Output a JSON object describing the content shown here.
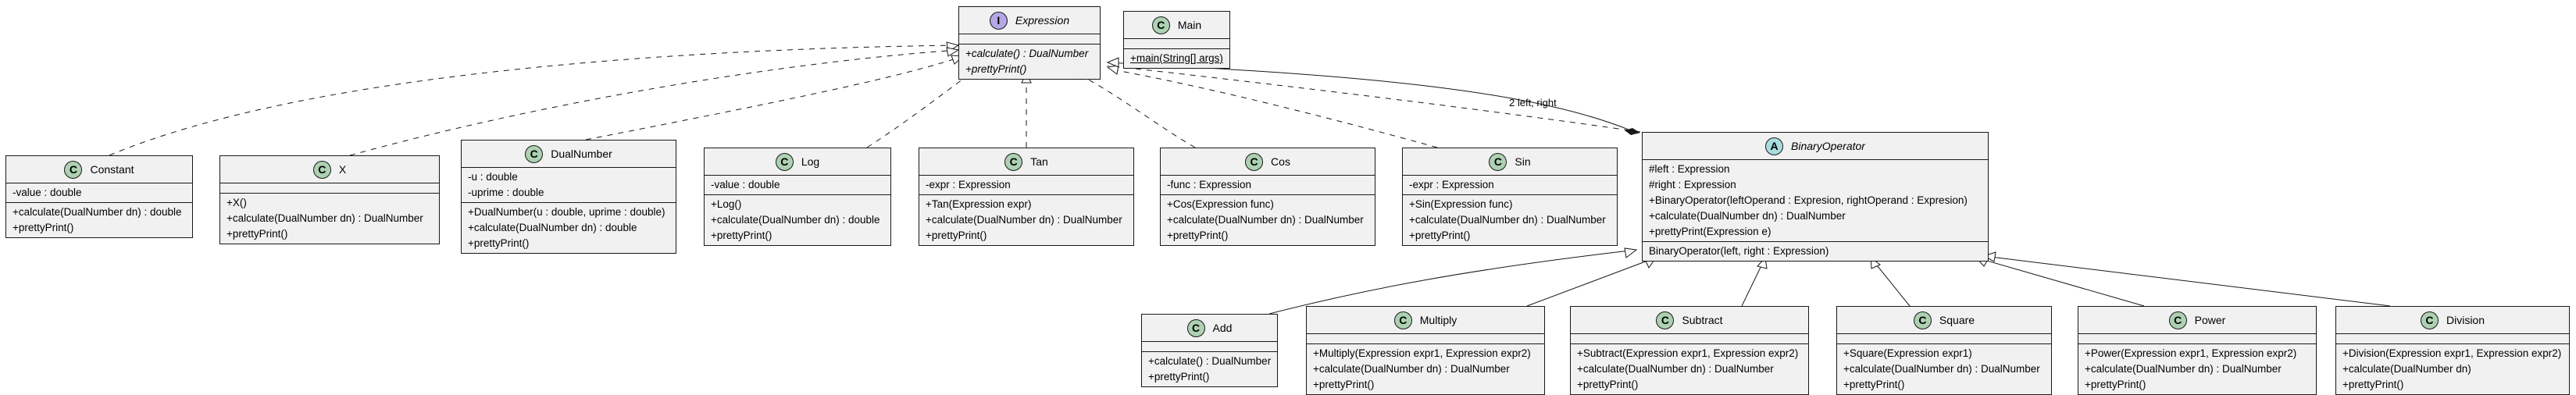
{
  "classes": {
    "expression": {
      "name": "Expression",
      "badge": "I",
      "fields": [],
      "methods": [
        "+calculate() : DualNumber",
        "+prettyPrint()"
      ]
    },
    "main": {
      "name": "Main",
      "badge": "C",
      "fields": [],
      "methods": [
        "+main(String[] args)"
      ]
    },
    "constant": {
      "name": "Constant",
      "badge": "C",
      "fields": [
        "-value : double"
      ],
      "methods": [
        "+calculate(DualNumber dn) : double",
        "+prettyPrint()"
      ]
    },
    "x": {
      "name": "X",
      "badge": "C",
      "fields": [],
      "methods": [
        "+X()",
        "+calculate(DualNumber dn) : DualNumber",
        "+prettyPrint()"
      ]
    },
    "dualnumber": {
      "name": "DualNumber",
      "badge": "C",
      "fields": [
        "-u : double",
        "-uprime : double"
      ],
      "methods": [
        "+DualNumber(u : double, uprime : double)",
        "+calculate(DualNumber dn) : double",
        "+prettyPrint()"
      ]
    },
    "log": {
      "name": "Log",
      "badge": "C",
      "fields": [
        "-value : double"
      ],
      "methods": [
        "+Log()",
        "+calculate(DualNumber dn) : double",
        "+prettyPrint()"
      ]
    },
    "tan": {
      "name": "Tan",
      "badge": "C",
      "fields": [
        "-expr : Expression"
      ],
      "methods": [
        "+Tan(Expression expr)",
        "+calculate(DualNumber dn) : DualNumber",
        "+prettyPrint()"
      ]
    },
    "cos": {
      "name": "Cos",
      "badge": "C",
      "fields": [
        "-func : Expression"
      ],
      "methods": [
        "+Cos(Expression func)",
        "+calculate(DualNumber dn) : DualNumber",
        "+prettyPrint()"
      ]
    },
    "sin": {
      "name": "Sin",
      "badge": "C",
      "fields": [
        "-expr : Expression"
      ],
      "methods": [
        "+Sin(Expression func)",
        "+calculate(DualNumber dn) : DualNumber",
        "+prettyPrint()"
      ]
    },
    "binaryoperator": {
      "name": "BinaryOperator",
      "badge": "A",
      "fields": [
        "#left : Expression",
        "#right : Expression",
        "+BinaryOperator(leftOperand : Expresion, rightOperand : Expresion)",
        "+calculate(DualNumber dn) : DualNumber",
        "+prettyPrint(Expression e)"
      ],
      "methods": [
        "BinaryOperator(left, right : Expression)"
      ]
    },
    "add": {
      "name": "Add",
      "badge": "C",
      "fields": [],
      "methods": [
        "+calculate() : DualNumber",
        "+prettyPrint()"
      ]
    },
    "multiply": {
      "name": "Multiply",
      "badge": "C",
      "fields": [],
      "methods": [
        "+Multiply(Expression expr1, Expression expr2)",
        "+calculate(DualNumber dn) : DualNumber",
        "+prettyPrint()"
      ]
    },
    "subtract": {
      "name": "Subtract",
      "badge": "C",
      "fields": [],
      "methods": [
        "+Subtract(Expression expr1, Expression expr2)",
        "+calculate(DualNumber dn) : DualNumber",
        "+prettyPrint()"
      ]
    },
    "square": {
      "name": "Square",
      "badge": "C",
      "fields": [],
      "methods": [
        "+Square(Expression expr1)",
        "+calculate(DualNumber dn) : DualNumber",
        "+prettyPrint()"
      ]
    },
    "power": {
      "name": "Power",
      "badge": "C",
      "fields": [],
      "methods": [
        "+Power(Expression expr1, Expression expr2)",
        "+calculate(DualNumber dn) : DualNumber",
        "+prettyPrint()"
      ]
    },
    "division": {
      "name": "Division",
      "badge": "C",
      "fields": [],
      "methods": [
        "+Division(Expression expr1, Expression expr2)",
        "+calculate(DualNumber dn)",
        "+prettyPrint()"
      ]
    }
  },
  "edges": {
    "composition_label": "2 left, right"
  },
  "colors": {
    "class_fill": "#f1f1f1",
    "class_badge": "#add1b2",
    "interface_badge": "#b4a7e5",
    "abstract_badge": "#a9dcdf",
    "border": "#181818"
  }
}
